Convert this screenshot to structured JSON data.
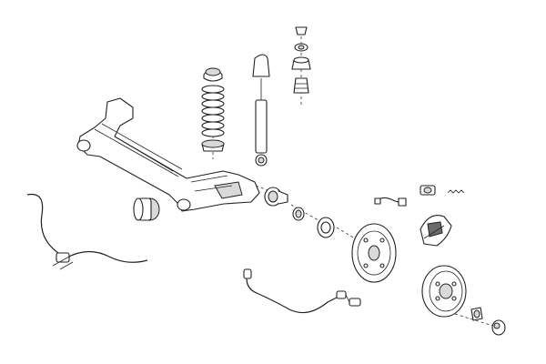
{
  "diagram": {
    "background": "#ffffff",
    "line_color": "#222222",
    "shade_color": "#d9d9d9",
    "parts": [
      {
        "name": "rear-axle-beam"
      },
      {
        "name": "axle-bushing"
      },
      {
        "name": "coil-spring"
      },
      {
        "name": "spring-top-cap"
      },
      {
        "name": "spring-bottom-seat"
      },
      {
        "name": "shock-absorber"
      },
      {
        "name": "dust-boot"
      },
      {
        "name": "strut-mount-stack"
      },
      {
        "name": "wheel-hub"
      },
      {
        "name": "hub-bearing"
      },
      {
        "name": "brake-backing-plate"
      },
      {
        "name": "brake-shoes"
      },
      {
        "name": "brake-drum"
      },
      {
        "name": "wheel-cylinder"
      },
      {
        "name": "return-spring"
      },
      {
        "name": "brake-hose"
      },
      {
        "name": "handbrake-cable"
      },
      {
        "name": "abs-sensor-cable"
      },
      {
        "name": "hub-nut"
      },
      {
        "name": "dust-cap"
      }
    ]
  }
}
